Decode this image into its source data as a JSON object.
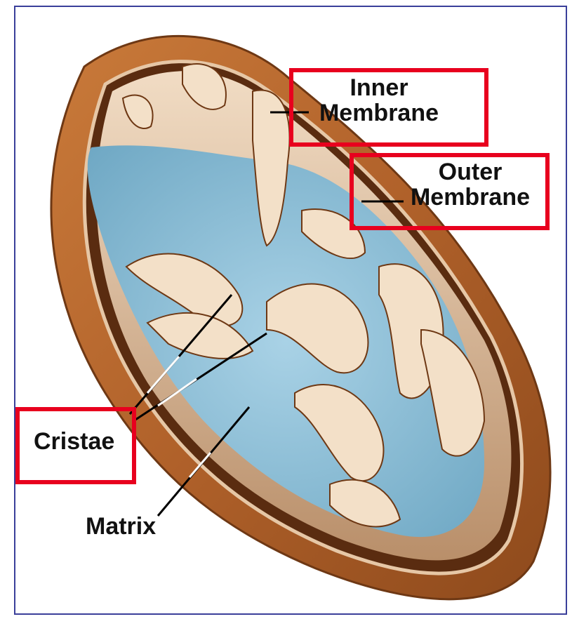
{
  "diagram": {
    "labels": {
      "inner_line1": "Inner",
      "inner_line2": "Membrane",
      "outer_line1": "Outer",
      "outer_line2": "Membrane",
      "cristae": "Cristae",
      "matrix": "Matrix"
    },
    "colors": {
      "outer_membrane": "#b8692c",
      "inner_membrane": "#e8c9a8",
      "matrix": "#8fbfd6",
      "highlight_box": "#e8001e",
      "frame_border": "#3a3f9a"
    }
  }
}
